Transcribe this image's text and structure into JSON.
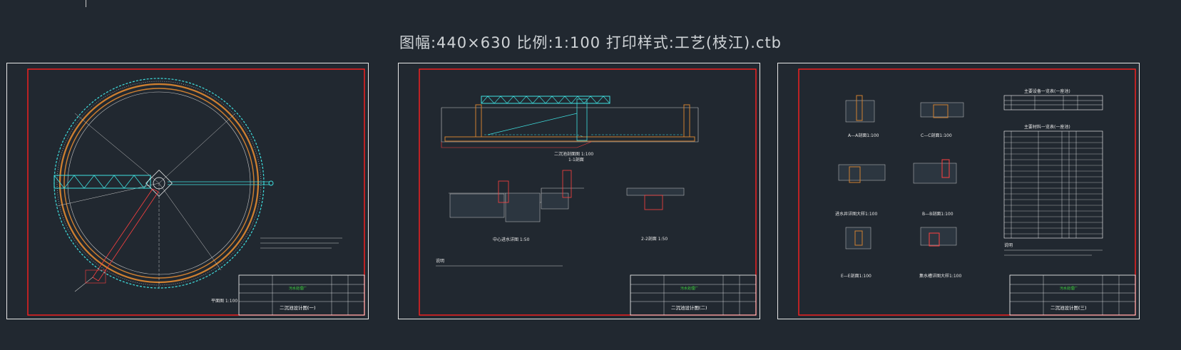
{
  "header": {
    "text": "图幅:440×630 比例:1:100  打印样式:工艺(枝江).ctb"
  },
  "colors": {
    "background": "#212830",
    "frame": "#ff2020",
    "border": "#e8e8e8",
    "cyan": "#3fe0e0",
    "orange": "#d08030",
    "title_green": "#3fdc3f"
  },
  "sheet1": {
    "scale_label": "平面图 1:100",
    "title": "二沉池设计图(一)",
    "project": "污水处理厂"
  },
  "sheet2": {
    "section_label": "二沉池剖面图 1:100",
    "section_sub": "1-1剖面",
    "detail1_label": "中心进水详图 1:50",
    "detail2_label": "2-2剖面 1:50",
    "notes_title": "说明",
    "title": "二沉池设计图(二)",
    "project": "污水处理厂"
  },
  "sheet3": {
    "labels": [
      "A—A剖面1:100",
      "C—C剖面1:100",
      "进水井详图大样1:100",
      "B—B剖面1:100",
      "E—E剖面1:100",
      "集水槽详图大样1:100"
    ],
    "table1_title": "主要设备一览表(一座池)",
    "table2_title": "主要材料一览表(一座池)",
    "notes_title": "说明",
    "title": "二沉池设计图(三)",
    "project": "污水处理厂"
  }
}
